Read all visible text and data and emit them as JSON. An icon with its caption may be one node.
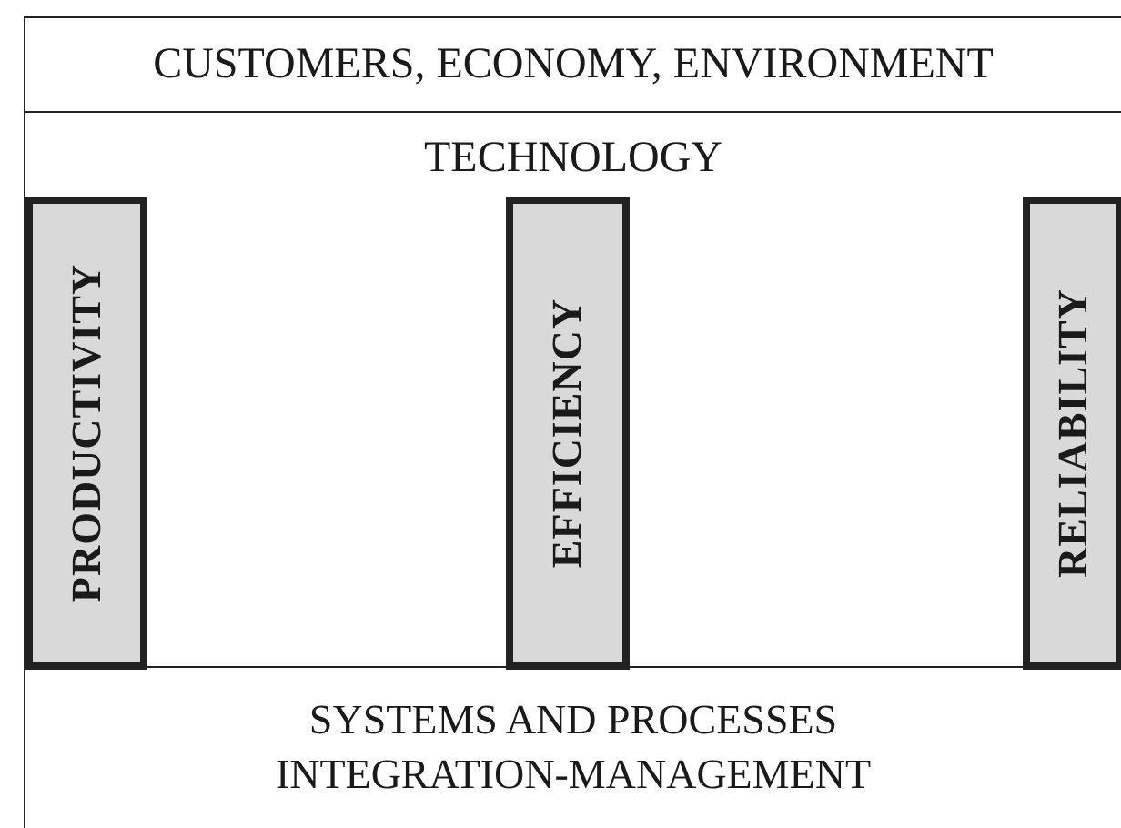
{
  "diagram": {
    "nodes": [
      {
        "text": [
          "CUSTOMERS, ECONOMY, ENVIRONMENT"
        ]
      },
      {
        "text": [
          "TECHNOLOGY"
        ]
      },
      {
        "text": [
          "PRODUCTIVITY"
        ],
        "in": 1
      },
      {
        "text": [
          "EFFICIENCY"
        ],
        "in": 1
      },
      {
        "text": [
          "RELIABILITY"
        ],
        "in": 1
      },
      {
        "text": [
          "SYSTEMS AND PROCESSES INTEGRATION-MANAGEMENT"
        ]
      }
    ]
  }
}
